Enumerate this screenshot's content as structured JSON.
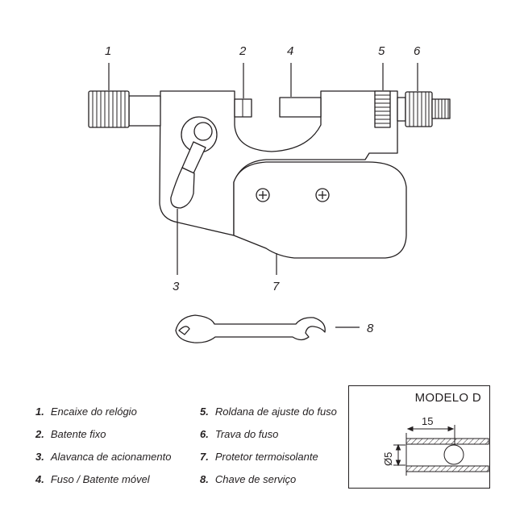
{
  "callouts": [
    "1",
    "2",
    "4",
    "5",
    "6",
    "3",
    "7",
    "8"
  ],
  "legend": [
    {
      "num": "1.",
      "text": "Encaixe do relógio"
    },
    {
      "num": "2.",
      "text": "Batente fixo"
    },
    {
      "num": "3.",
      "text": "Alavanca de acionamento"
    },
    {
      "num": "4.",
      "text": "Fuso / Batente móvel"
    },
    {
      "num": "5.",
      "text": "Roldana de ajuste do fuso"
    },
    {
      "num": "6.",
      "text": "Trava do fuso"
    },
    {
      "num": "7.",
      "text": "Protetor termoisolante"
    },
    {
      "num": "8.",
      "text": "Chave de serviço"
    }
  ],
  "model": {
    "title": "MODELO D",
    "dim_length": "15",
    "dim_diameter": "Ø5"
  }
}
